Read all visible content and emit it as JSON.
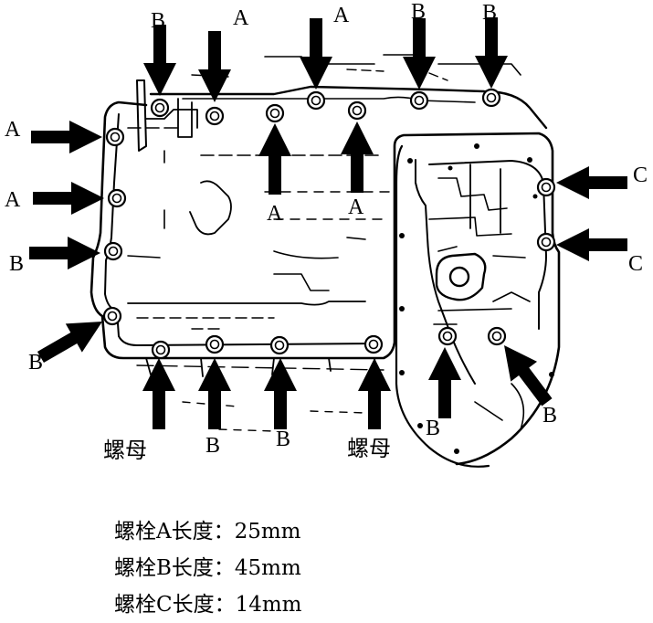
{
  "diagram": {
    "bolt_labels": {
      "a": "A",
      "b": "B",
      "c": "C"
    },
    "nut_label": "螺母"
  },
  "legend": [
    {
      "text": "螺栓A长度：25mm"
    },
    {
      "text": "螺栓B长度：45mm"
    },
    {
      "text": "螺栓C长度：14mm"
    }
  ]
}
